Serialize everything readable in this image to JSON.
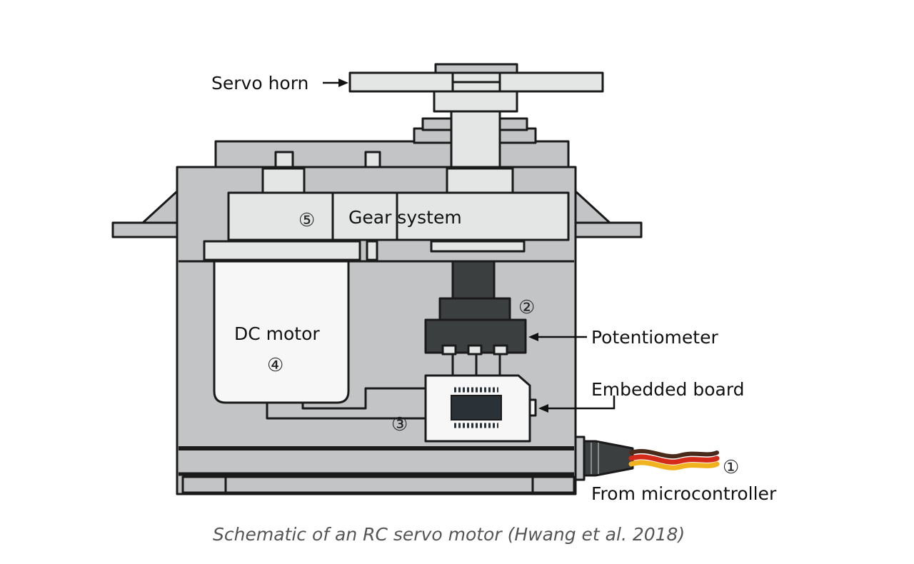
{
  "labels": {
    "servo_horn": "Servo horn",
    "gear_system": "Gear system",
    "dc_motor": "DC motor",
    "potentiometer": "Potentiometer",
    "embedded_board": "Embedded board",
    "from_microcontroller": "From microcontroller"
  },
  "markers": {
    "m1": "①",
    "m2": "②",
    "m3": "③",
    "m4": "④",
    "m5": "⑤"
  },
  "caption": "Schematic of an RC servo motor (Hwang et al. 2018)",
  "colors": {
    "outline": "#1a1a1a",
    "body": "#c2c4c5",
    "light": "#e4e6e6",
    "dark": "#3c3f40",
    "chip": "#2a3238",
    "wire_red": "#d42a1a",
    "wire_orange": "#f0b21e",
    "wire_dark": "#4a2a1a"
  }
}
